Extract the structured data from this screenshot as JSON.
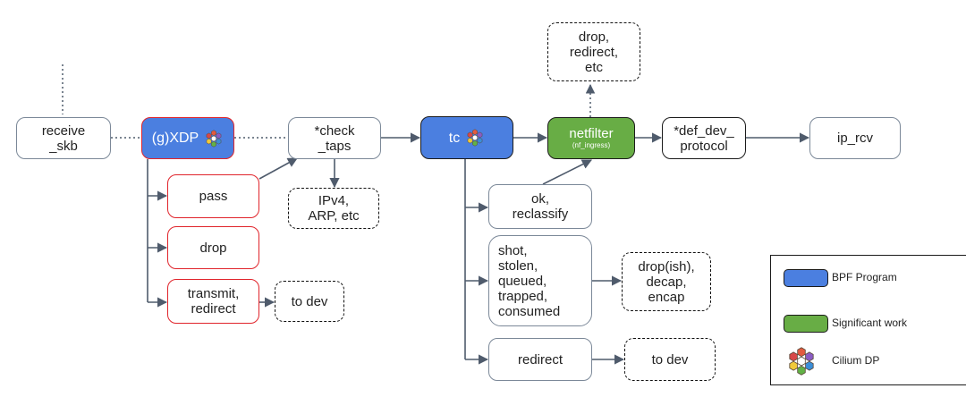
{
  "colors": {
    "bpf_program": "#4b7fe0",
    "significant_work": "#68ad45",
    "xdp_action_border": "#e0242b",
    "plain_border": "#7b8898",
    "arrow": "#4f5b6c"
  },
  "nodes": {
    "receive_skb": "receive\n_skb",
    "gxdp": "(g)XDP",
    "check_taps": "*check\n_taps",
    "tc": "tc",
    "netfilter": "netfilter",
    "netfilter_sub": "(nf_ingress)",
    "def_dev_protocol": "*def_dev_\nprotocol",
    "ip_rcv": "ip_rcv",
    "nf_result": "drop,\nredirect,\netc",
    "pass": "pass",
    "drop": "drop",
    "transmit_redirect": "transmit,\nredirect",
    "to_dev_xdp": "to dev",
    "ipv4_arp": "IPv4,\nARP, etc",
    "ok_reclassify": "ok,\nreclassify",
    "shot_group": "shot,\nstolen,\nqueued,\ntrapped,\nconsumed",
    "drop_decap_encap": "drop(ish),\ndecap,\nencap",
    "tc_redirect": "redirect",
    "to_dev_tc": "to dev"
  },
  "legend": {
    "bpf_program": "BPF Program",
    "significant_work": "Significant work",
    "cilium_dp": "Cilium DP"
  },
  "icons": {
    "cilium": "cilium-hexagon-icon"
  }
}
